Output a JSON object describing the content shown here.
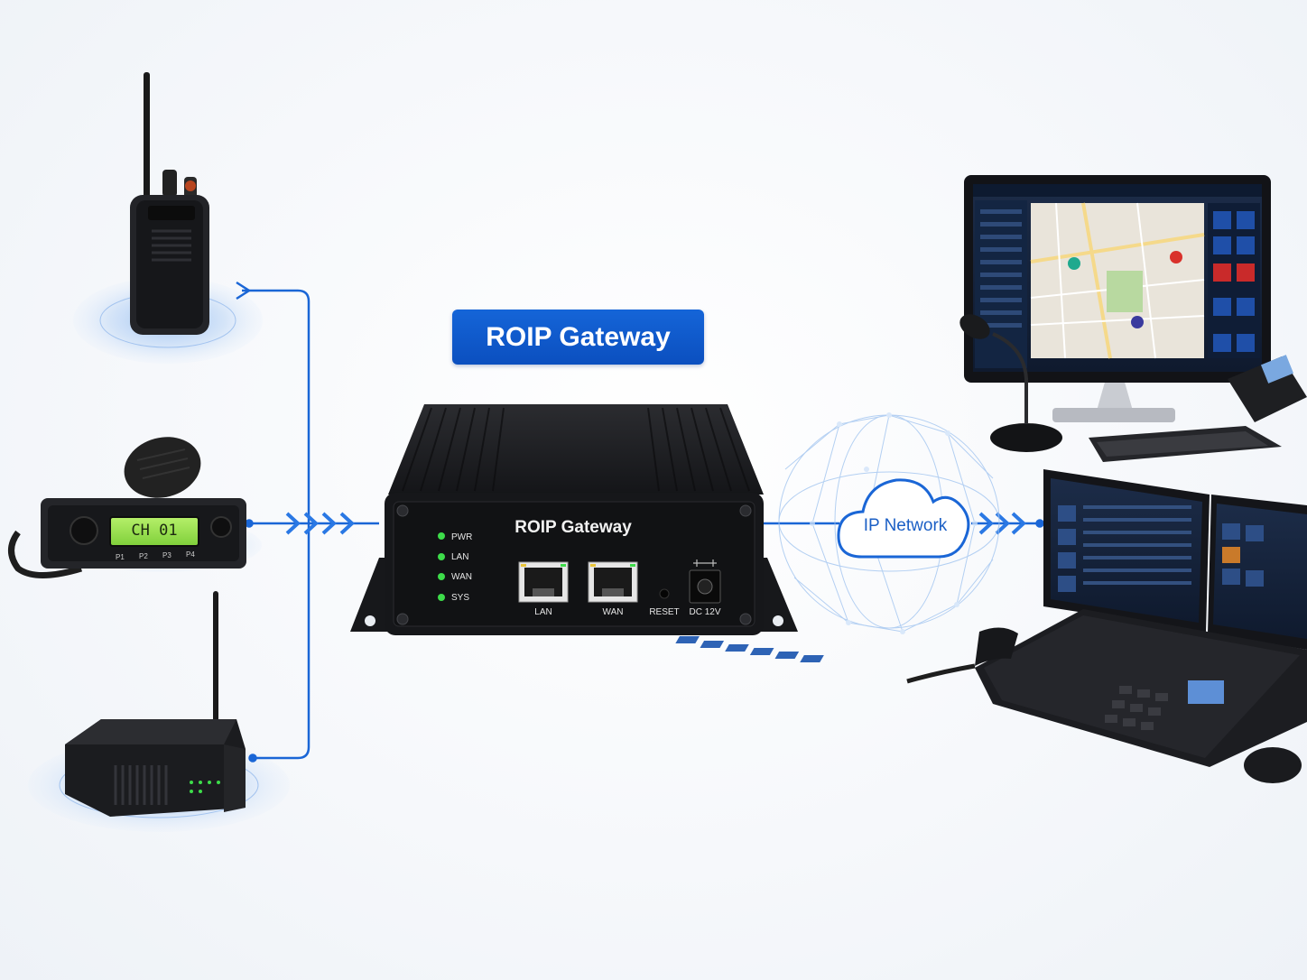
{
  "title": "ROIP Gateway",
  "gateway": {
    "label": "ROIP Gateway",
    "leds": [
      "PWR",
      "LAN",
      "WAN",
      "SYS"
    ],
    "ports": {
      "lan": "LAN",
      "wan": "WAN",
      "reset": "RESET",
      "dc": "DC 12V"
    },
    "led_color": "#3ddc4a"
  },
  "mobile_radio": {
    "display": "CH 01",
    "buttons": [
      "P1",
      "P2",
      "P3",
      "P4"
    ]
  },
  "network": {
    "label": "IP Network"
  },
  "colors": {
    "accent": "#1565d8",
    "line": "#1a66d6",
    "device": "#1e1f22"
  }
}
